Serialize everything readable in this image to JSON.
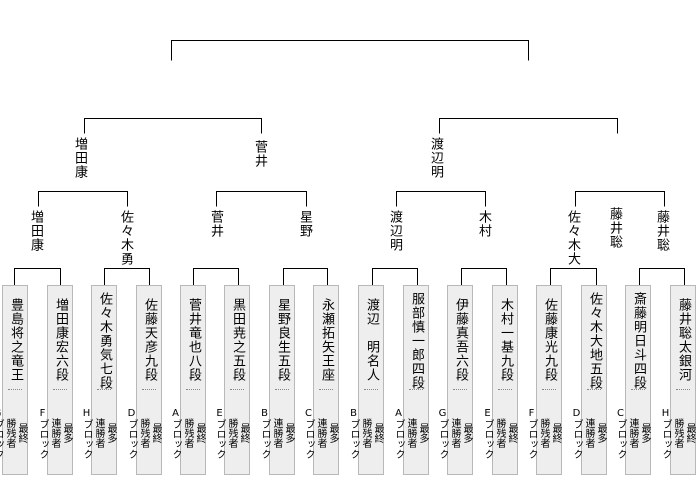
{
  "final": {
    "top": "",
    "left": "増田康",
    "right": "渡辺明"
  },
  "semis": [
    {
      "winner": "菅井"
    },
    {
      "winner": "藤井聡"
    }
  ],
  "quarters": [
    {
      "winner": "増田康"
    },
    {
      "winner": "佐々木勇"
    },
    {
      "winner": "菅井"
    },
    {
      "winner": "星野"
    },
    {
      "winner": "渡辺明"
    },
    {
      "winner": "木村"
    },
    {
      "winner": "佐々木大"
    },
    {
      "winner": "藤井聡"
    }
  ],
  "players": [
    {
      "name": "豊島将之竜王",
      "note": "最終\n勝残者\nGブロック"
    },
    {
      "name": "増田康宏六段",
      "note": "最多\n連勝者\nFブロック"
    },
    {
      "name": "佐々木勇気七段",
      "note": "最多\n連勝者\nHブロック"
    },
    {
      "name": "佐藤天彦九段",
      "note": "最終\n勝残者\nDブロック"
    },
    {
      "name": "菅井竜也八段",
      "note": "最終\n勝残者\nAブロック"
    },
    {
      "name": "黒田尭之五段",
      "note": "最終\n勝残者\nEブロック"
    },
    {
      "name": "星野良生五段",
      "note": "最多\n連勝者\nBブロック"
    },
    {
      "name": "永瀬拓矢王座",
      "note": "最多\n連勝者\nCブロック"
    },
    {
      "name": "渡辺　明名人",
      "note": "最終\n勝残者\nBブロック"
    },
    {
      "name": "服部慎一郎四段",
      "note": "最多\n連勝者\nAブロック"
    },
    {
      "name": "伊藤真吾六段",
      "note": "最多\n連勝者\nGブロック"
    },
    {
      "name": "木村一基九段",
      "note": "最終\n勝残者\nEブロック"
    },
    {
      "name": "佐藤康光九段",
      "note": "最終\n勝残者\nFブロック"
    },
    {
      "name": "佐々木大地五段",
      "note": "最多\n連勝者\nDブロック"
    },
    {
      "name": "斎藤明日斗四段",
      "note": "最多\n連勝者\nCブロック"
    },
    {
      "name": "藤井聡太銀河",
      "note": "最終\n勝残者\nHブロック"
    }
  ]
}
